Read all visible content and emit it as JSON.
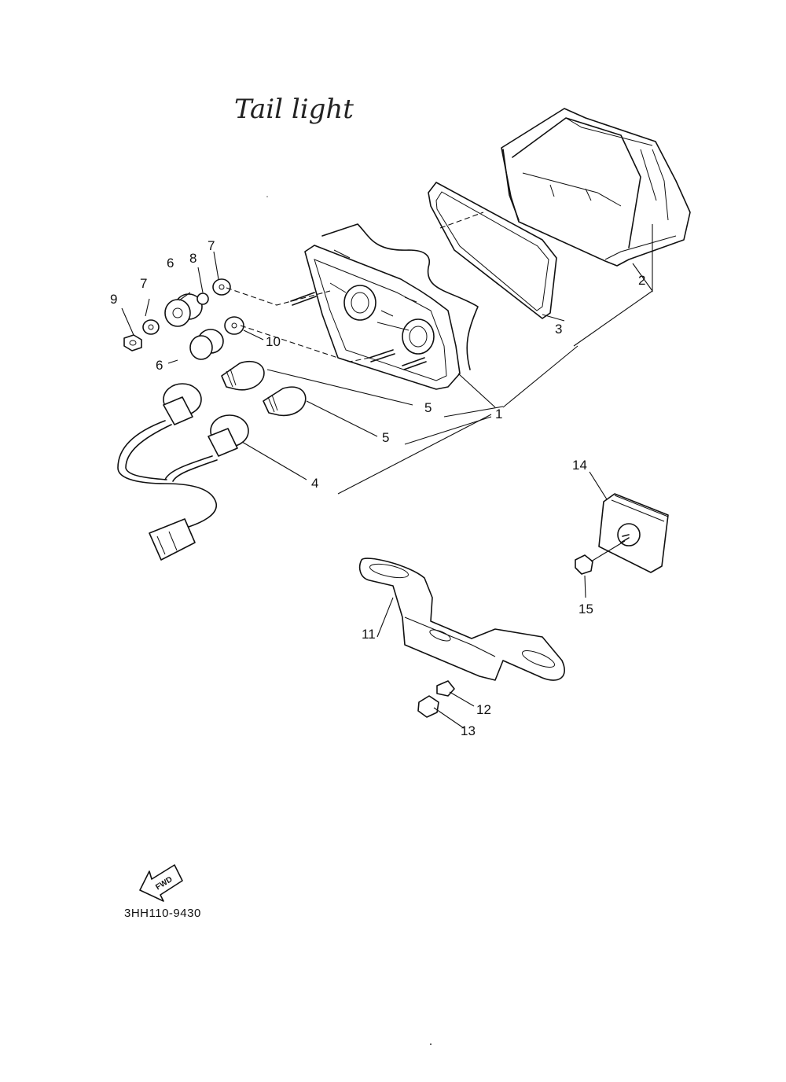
{
  "title": "Tail light",
  "diagram_code": "3HH110-9430",
  "fwd_label": "FWD",
  "callouts": [
    "1",
    "2",
    "3",
    "4",
    "5",
    "5",
    "6",
    "6",
    "7",
    "7",
    "8",
    "9",
    "10",
    "11",
    "12",
    "13",
    "14",
    "15"
  ]
}
